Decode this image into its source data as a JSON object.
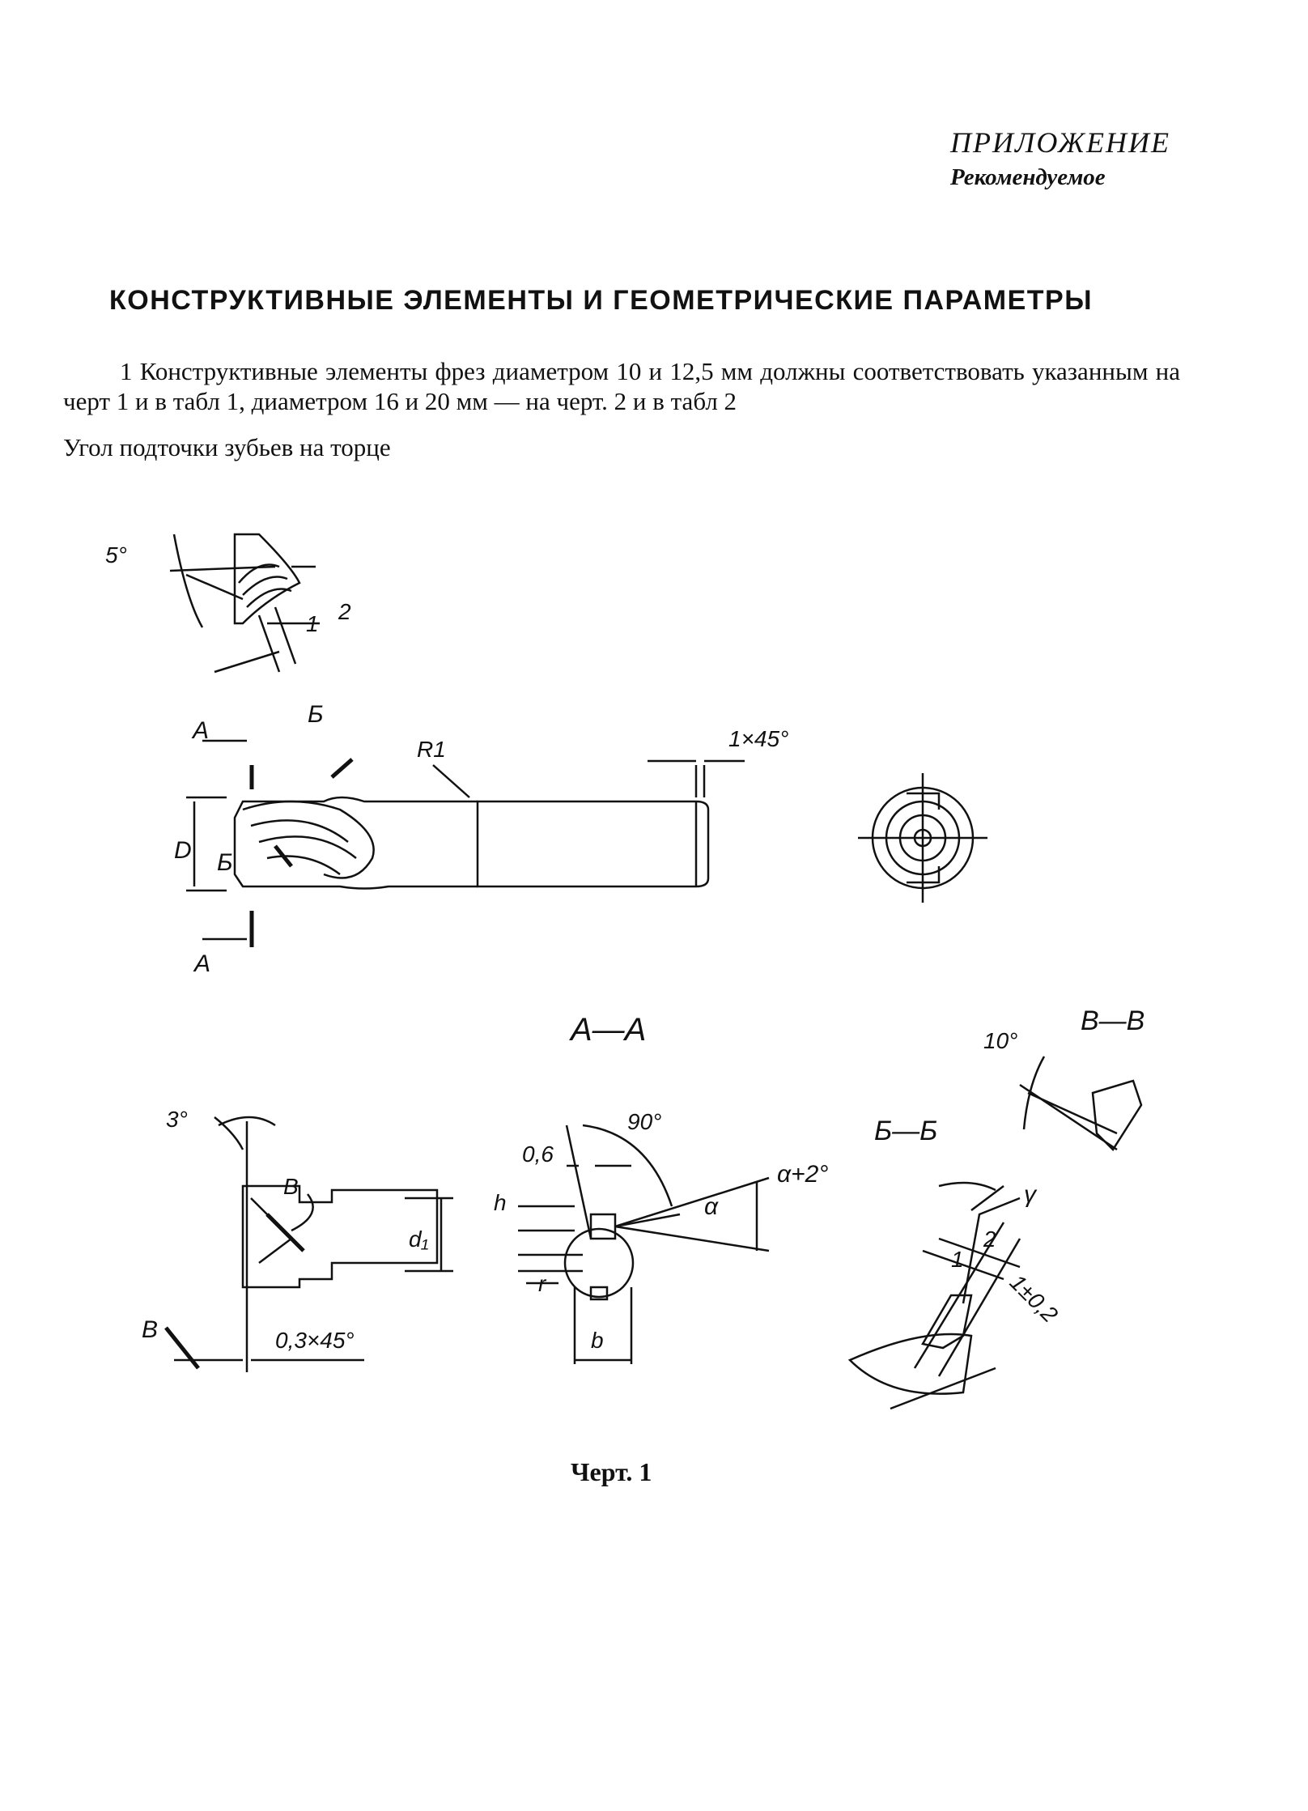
{
  "appendix": {
    "title": "ПРИЛОЖЕНИЕ",
    "subtitle": "Рекомендуемое"
  },
  "heading": "КОНСТРУКТИВНЫЕ ЭЛЕМЕНТЫ И ГЕОМЕТРИЧЕСКИЕ ПАРАМЕТРЫ",
  "paragraph1": "1 Конструктивные элементы фрез диаметром 10 и 12,5 мм должны соответствовать указанным на черт 1 и в табл 1, диаметром 16 и 20 мм — на черт. 2 и в табл 2",
  "paragraph2": "Угол подточки зубьев на торце",
  "figure_labels": {
    "angle_5": "5°",
    "num_1": "1",
    "num_2": "2",
    "sect_A_top": "А",
    "sect_A_bottom": "А",
    "sect_B_top": "Б",
    "sect_B_mid": "Б",
    "radius": "R1",
    "chamfer": "1×45°",
    "diameter": "D",
    "view_AA": "А—А",
    "view_VV": "В—В",
    "angle_10": "10°",
    "view_BB": "Б—Б",
    "angle_3": "3°",
    "sect_V_small": "В",
    "sect_V_left": "В",
    "d1": "d₁",
    "chamfer_03": "0,3×45°",
    "angle_90": "90°",
    "dim_06": "0,6",
    "dim_h": "h",
    "alpha_plus": "α+2°",
    "alpha": "α",
    "dim_r": "r",
    "dim_b": "b",
    "gamma": "γ",
    "dim_2": "2",
    "dim_1": "1",
    "tol": "1±0,2"
  },
  "caption": "Черт. 1"
}
